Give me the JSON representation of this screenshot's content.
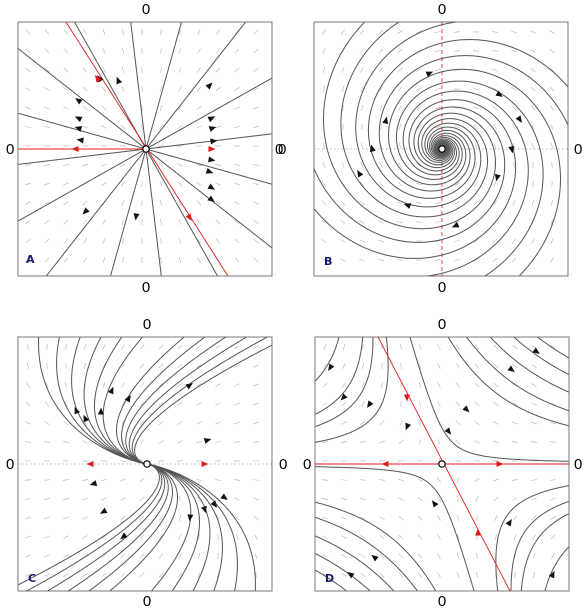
{
  "panels": [
    {
      "id": "A",
      "label": "A",
      "tick_top": "0",
      "tick_bottom": "0",
      "tick_left": "0",
      "tick_right": "0",
      "type": "star-node"
    },
    {
      "id": "B",
      "label": "B",
      "tick_top": "0",
      "tick_bottom": "0",
      "tick_left": "0",
      "tick_right": "0",
      "type": "spiral"
    },
    {
      "id": "C",
      "label": "C",
      "tick_top": "0",
      "tick_bottom": "0",
      "tick_left": "0",
      "tick_right": "0",
      "type": "improper-node"
    },
    {
      "id": "D",
      "label": "D",
      "tick_top": "0",
      "tick_bottom": "0",
      "tick_left": "0",
      "tick_right": "0",
      "type": "saddle"
    }
  ],
  "colors": {
    "trajectory": "#555555",
    "eigenline": "#e01a1a",
    "field_arrow": "#bdbdbd",
    "label_text": "#1a1a6e"
  }
}
